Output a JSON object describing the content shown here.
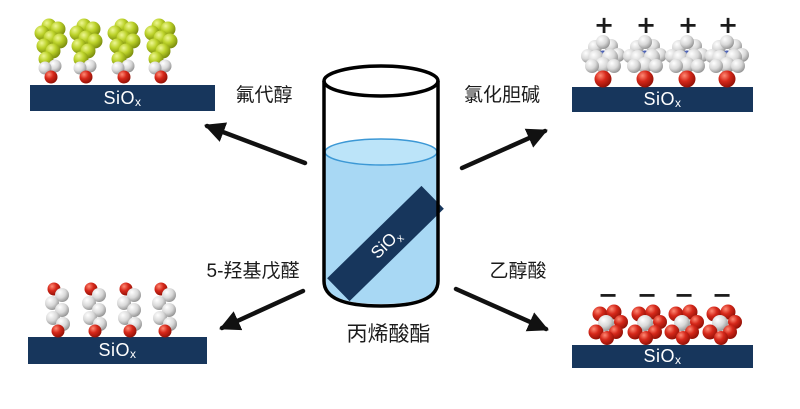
{
  "colors": {
    "substrate": "#17365c",
    "substrate_text": "#ffffff",
    "liquid": "#a8d8f4",
    "liquid_surface": "#bce4f9",
    "liquid_line": "#3c98d5",
    "glass_outline": "#000000",
    "arrow": "#111111",
    "label_text": "#1b1b1b",
    "sphere_yellow": "#b5c920",
    "sphere_gray": "#d9d9d9",
    "sphere_red": "#d42010",
    "sphere_blue": "#31479e"
  },
  "substrate_label": {
    "main": "SiO",
    "sub": "x"
  },
  "flask": {
    "slab_main": "SiO",
    "slab_sub": "x",
    "caption": "丙烯酸酯"
  },
  "branches": {
    "top_left": {
      "label": "氟代醇"
    },
    "top_right": {
      "label": "氯化胆碱",
      "charge": "+"
    },
    "bottom_left": {
      "label": "5-羟基戊醛"
    },
    "bottom_right": {
      "label": "乙醇酸",
      "charge": "−"
    }
  }
}
